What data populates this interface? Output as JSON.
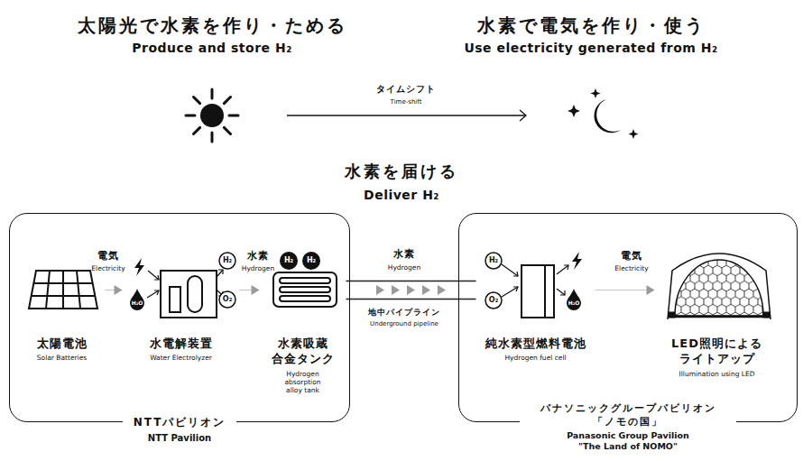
{
  "diagram": {
    "nodes": [
      {
        "text": [
          "NTTパビリオン",
          "NTT Pavilion"
        ]
      },
      {
        "text": [
          "太陽電池",
          "Solar Batteries"
        ],
        "in": 0
      },
      {
        "text": [
          "水電解装置",
          "Water Electrolyzer"
        ],
        "in": 0
      },
      {
        "text": [
          "水素吸蔵 合金タンク",
          "Hydrogen absorption alloy tank"
        ],
        "in": 0
      },
      {
        "text": [
          "パナソニックグループパビリオン 「ノモの国」",
          "Panasonic Group Pavilion",
          "\"The Land of NOMO\""
        ]
      },
      {
        "text": [
          "純水素型燃料電池",
          "Hydrogen fuel cell"
        ],
        "in": 4
      },
      {
        "text": [
          "LED照明による ライトアップ",
          "Illumination using LED"
        ],
        "in": 4
      }
    ],
    "edges": [
      {
        "from": 1,
        "to": 2,
        "arrow": "to"
      },
      {
        "from": 2,
        "to": 3,
        "arrow": "to"
      },
      {
        "from": 3,
        "to": 5,
        "arrow": "to"
      },
      {
        "from": 5,
        "to": 6,
        "arrow": "to"
      }
    ],
    "labels": [
      "太陽光で水素を作り・ためる",
      "Produce and store H₂",
      "水素で電気を作り・使う",
      "Use electricity generated from H₂",
      "タイムシフト",
      "Time-shift",
      "水素を届ける",
      "Deliver H₂",
      "電気",
      "Electricity",
      "H₂O",
      "H₂",
      "O₂",
      "水素",
      "Hydrogen",
      "H₂",
      "H₂",
      "水素",
      "Hydrogen",
      "地中パイプライン",
      "Underground pipeline",
      "H₂",
      "O₂",
      "H₂O",
      "電気",
      "Electricity"
    ]
  }
}
